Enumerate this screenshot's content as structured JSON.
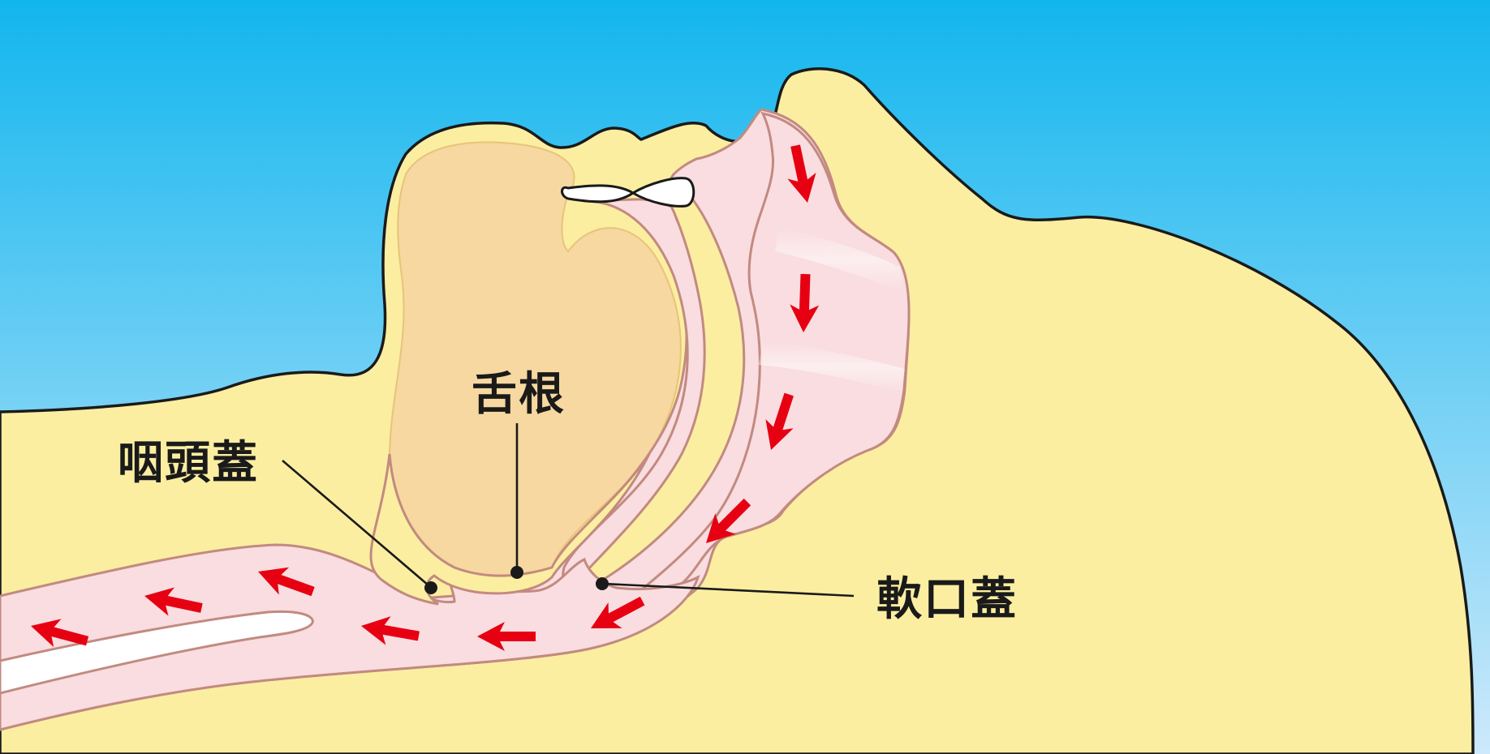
{
  "labels": {
    "tongue_root": "舌根",
    "epiglottis": "咽頭蓋",
    "soft_palate": "軟口蓋"
  },
  "colors": {
    "sky_top": "#12b6ee",
    "sky_bottom": "#cde9fb",
    "skin": "#fbeea1",
    "tongue": "#f6d8a0",
    "airway": "#f9dde0",
    "airway_edge": "#c28a80",
    "arrow": "#e60012",
    "outline": "#1a1a1a"
  },
  "icons": {
    "arrow": "airflow-arrow-icon",
    "teeth": "teeth-icon"
  }
}
